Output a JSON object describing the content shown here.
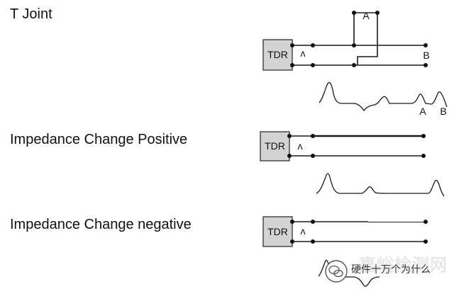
{
  "sections": [
    {
      "id": "t-joint",
      "title": "T Joint",
      "tdr_label": "TDR",
      "pulse_glyph": "ʌ",
      "branch_label": "A",
      "end_label": "B",
      "trace_labels": [
        "A",
        "B"
      ]
    },
    {
      "id": "impedance-positive",
      "title": "Impedance Change Positive",
      "tdr_label": "TDR",
      "pulse_glyph": "ʌ"
    },
    {
      "id": "impedance-negative",
      "title": "Impedance Change negative",
      "tdr_label": "TDR",
      "pulse_glyph": "ʌ"
    }
  ],
  "watermark": {
    "brand": "嘉峪检测网",
    "account": "硬件十万个为什么"
  },
  "colors": {
    "tdr_fill": "#d3d3d3",
    "line": "#1a1a1a",
    "background": "#ffffff"
  }
}
